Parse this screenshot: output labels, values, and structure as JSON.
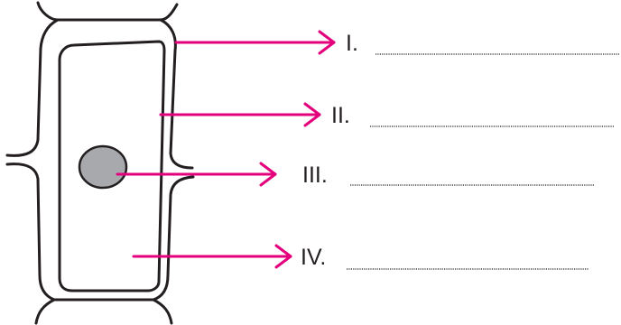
{
  "labels": [
    {
      "id": "I",
      "text": "I."
    },
    {
      "id": "II",
      "text": "II."
    },
    {
      "id": "III",
      "text": "III."
    },
    {
      "id": "IV",
      "text": "IV."
    }
  ],
  "colors": {
    "outline": "#231f20",
    "arrow": "#e4007c",
    "nucleus_fill": "#a7a9ac"
  }
}
